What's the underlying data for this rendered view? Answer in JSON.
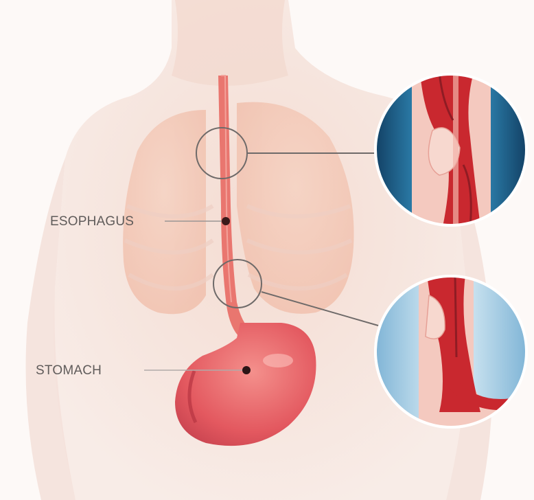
{
  "labels": {
    "esophagus": "ESOPHAGUS",
    "stomach": "STOMACH"
  },
  "colors": {
    "background": "#fdf9f7",
    "skin": "#f6e3dc",
    "lung": "#f3cdbc",
    "esophagus": "#e9766f",
    "stomach": "#e96a6d",
    "tissue_red": "#c9282f",
    "tissue_pale": "#f4c9bf",
    "zoom_bg_dark": "#1f5f8c",
    "zoom_bg_light": "#a9cde4",
    "leader_line": "#6e6a69"
  },
  "icons": {
    "esophagus_pointer": "dot-marker",
    "stomach_pointer": "dot-marker"
  }
}
